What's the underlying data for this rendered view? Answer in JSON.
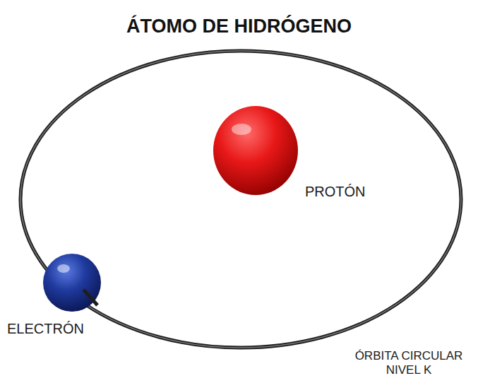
{
  "diagram": {
    "title": "ÁTOMO DE HIDRÓGENO",
    "labels": [
      "PROTÓN",
      "ELECTRÓN",
      "ÓRBITA CIRCULAR NIVEL K"
    ]
  }
}
